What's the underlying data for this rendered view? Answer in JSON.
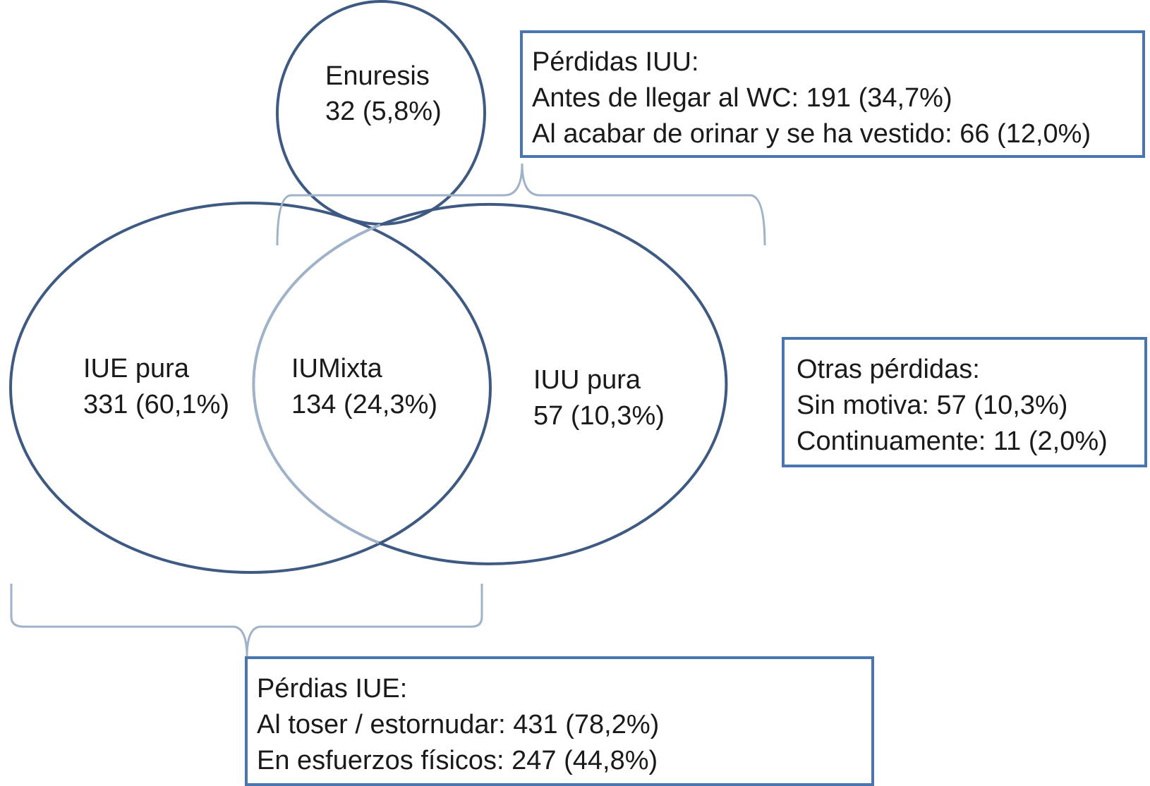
{
  "colors": {
    "dark_stroke": "#3e5a82",
    "light_stroke": "#9fb2c8",
    "box_stroke": "#4a76b0",
    "text": "#1a1a1a"
  },
  "sets": {
    "enuresis": {
      "label": "Enuresis",
      "value": "32 (5,8%)"
    },
    "iue_pura": {
      "label": "IUE pura",
      "value": "331 (60,1%)"
    },
    "iu_mixta": {
      "label": "IUMixta",
      "value": "134 (24,3%)"
    },
    "iuu_pura": {
      "label": "IUU pura",
      "value": "57 (10,3%)"
    }
  },
  "boxes": {
    "perdidas_iuu": {
      "title": "Pérdidas IUU:",
      "line1": "Antes de llegar al WC: 191 (34,7%)",
      "line2": "Al acabar de orinar y se ha vestido: 66 (12,0%)"
    },
    "otras_perdidas": {
      "title": "Otras pérdidas:",
      "line1": "Sin motiva: 57 (10,3%)",
      "line2": "Continuamente: 11 (2,0%)"
    },
    "perdidas_iue": {
      "title": "Pérdias IUE:",
      "line1": "Al toser / estornudar: 431 (78,2%)",
      "line2": "En esfuerzos físicos: 247 (44,8%)"
    }
  }
}
